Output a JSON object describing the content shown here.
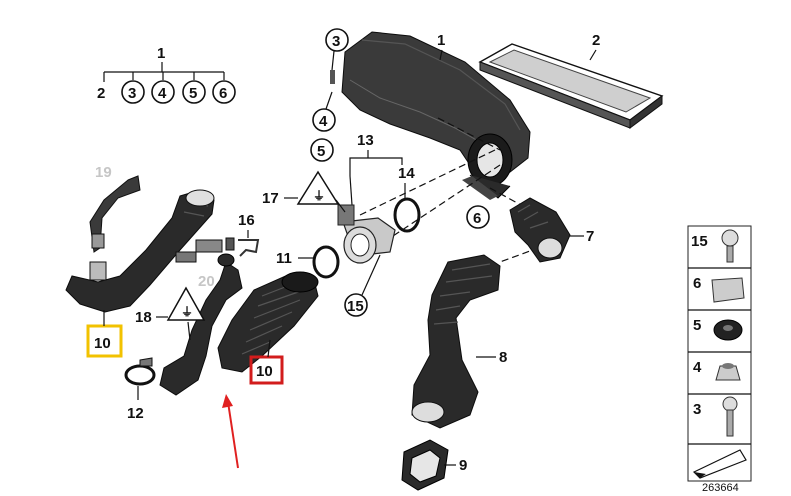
{
  "parts": {
    "p1": "1",
    "p2": "2",
    "p3": "3",
    "p4": "4",
    "p5": "5",
    "p6": "6",
    "p7": "7",
    "p8": "8",
    "p9": "9",
    "p10": "10",
    "p11": "11",
    "p12": "12",
    "p13": "13",
    "p14": "14",
    "p15": "15",
    "p16": "16",
    "p17": "17",
    "p18": "18",
    "p19": "19",
    "p20": "20"
  },
  "legend": {
    "items": [
      "15",
      "6",
      "5",
      "4",
      "3"
    ]
  },
  "document_id": "263664",
  "colors": {
    "highlight_yellow": "#f2c200",
    "highlight_red": "#d21c1c",
    "arrow_red": "#e02020",
    "part_dark": "#2a2a2a",
    "label_grey": "#c6c6c6"
  }
}
